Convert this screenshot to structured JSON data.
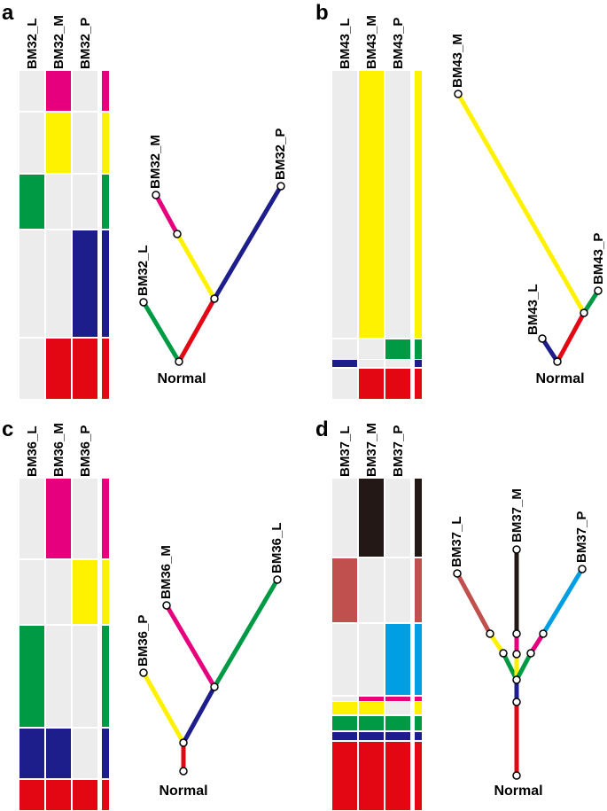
{
  "colors": {
    "absent": "#ececec",
    "red": "#e30613",
    "navy": "#1d1d8b",
    "green": "#009a44",
    "yellow": "#fff200",
    "magenta": "#e6007e",
    "brown": "#c0504d",
    "black": "#231815",
    "cyan": "#009fe3"
  },
  "panels": [
    {
      "letter": "a",
      "columns": [
        "BM32_L",
        "BM32_M",
        "BM32_P"
      ],
      "clusters": [
        {
          "color": "magenta",
          "present": [
            false,
            true,
            false
          ]
        },
        {
          "color": "yellow",
          "present": [
            false,
            true,
            false
          ]
        },
        {
          "color": "green",
          "present": [
            true,
            false,
            false
          ]
        },
        {
          "color": "navy",
          "present": [
            false,
            false,
            true
          ]
        },
        {
          "color": "red",
          "present": [
            false,
            true,
            true
          ]
        }
      ],
      "tree": {
        "root_label": "Normal",
        "nodes": [
          {
            "id": "root"
          },
          {
            "id": "L",
            "label": "BM32_L"
          },
          {
            "id": "branch"
          },
          {
            "id": "mid"
          },
          {
            "id": "M",
            "label": "BM32_M"
          },
          {
            "id": "P",
            "label": "BM32_P"
          }
        ],
        "edges": [
          {
            "from": "root",
            "to": "L",
            "color": "green"
          },
          {
            "from": "root",
            "to": "branch",
            "color": "red"
          },
          {
            "from": "branch",
            "to": "mid",
            "color": "yellow"
          },
          {
            "from": "mid",
            "to": "M",
            "color": "magenta"
          },
          {
            "from": "branch",
            "to": "P",
            "color": "navy"
          }
        ]
      }
    },
    {
      "letter": "b",
      "columns": [
        "BM43_L",
        "BM43_M",
        "BM43_P"
      ],
      "clusters": [
        {
          "color": "yellow",
          "present": [
            false,
            true,
            false
          ]
        },
        {
          "color": "green",
          "present": [
            false,
            false,
            true
          ]
        },
        {
          "color": "navy",
          "present": [
            true,
            false,
            false
          ]
        },
        {
          "color": "red",
          "present": [
            false,
            true,
            true
          ]
        }
      ],
      "tree": {
        "root_label": "Normal",
        "nodes": [
          {
            "id": "root"
          },
          {
            "id": "L",
            "label": "BM43_L"
          },
          {
            "id": "branch"
          },
          {
            "id": "M",
            "label": "BM43_M"
          },
          {
            "id": "P",
            "label": "BM43_P"
          }
        ],
        "edges": [
          {
            "from": "root",
            "to": "L",
            "color": "navy"
          },
          {
            "from": "root",
            "to": "branch",
            "color": "red"
          },
          {
            "from": "branch",
            "to": "M",
            "color": "yellow"
          },
          {
            "from": "branch",
            "to": "P",
            "color": "green"
          }
        ]
      }
    },
    {
      "letter": "c",
      "columns": [
        "BM36_L",
        "BM36_M",
        "BM36_P"
      ],
      "clusters": [
        {
          "color": "magenta",
          "present": [
            false,
            true,
            false
          ]
        },
        {
          "color": "yellow",
          "present": [
            false,
            false,
            true
          ]
        },
        {
          "color": "green",
          "present": [
            true,
            false,
            false
          ]
        },
        {
          "color": "navy",
          "present": [
            true,
            true,
            false
          ]
        },
        {
          "color": "red",
          "present": [
            true,
            true,
            true
          ]
        }
      ],
      "tree": {
        "root_label": "Normal",
        "nodes": [
          {
            "id": "root"
          },
          {
            "id": "trunk"
          },
          {
            "id": "branch"
          },
          {
            "id": "P",
            "label": "BM36_P"
          },
          {
            "id": "M",
            "label": "BM36_M"
          },
          {
            "id": "L",
            "label": "BM36_L"
          }
        ],
        "edges": [
          {
            "from": "root",
            "to": "trunk",
            "color": "red"
          },
          {
            "from": "trunk",
            "to": "P",
            "color": "yellow"
          },
          {
            "from": "trunk",
            "to": "branch",
            "color": "navy"
          },
          {
            "from": "branch",
            "to": "M",
            "color": "magenta"
          },
          {
            "from": "branch",
            "to": "L",
            "color": "green"
          }
        ]
      }
    },
    {
      "letter": "d",
      "columns": [
        "BM37_L",
        "BM37_M",
        "BM37_P"
      ],
      "clusters": [
        {
          "color": "black",
          "present": [
            false,
            true,
            false
          ]
        },
        {
          "color": "brown",
          "present": [
            true,
            false,
            false
          ]
        },
        {
          "color": "cyan",
          "present": [
            false,
            false,
            true
          ]
        },
        {
          "color": "magenta",
          "present": [
            false,
            true,
            true
          ]
        },
        {
          "color": "yellow",
          "present": [
            true,
            true,
            false
          ]
        },
        {
          "color": "green",
          "present": [
            true,
            true,
            true
          ]
        },
        {
          "color": "navy",
          "present": [
            true,
            true,
            true
          ]
        },
        {
          "color": "red",
          "present": [
            true,
            true,
            true
          ]
        }
      ],
      "tree": {
        "root_label": "Normal",
        "nodes": [
          {
            "id": "root"
          },
          {
            "id": "n1"
          },
          {
            "id": "n2"
          },
          {
            "id": "gL"
          },
          {
            "id": "yL"
          },
          {
            "id": "L",
            "label": "BM37_L"
          },
          {
            "id": "mM"
          },
          {
            "id": "bM"
          },
          {
            "id": "M",
            "label": "BM37_M"
          },
          {
            "id": "gP"
          },
          {
            "id": "mP"
          },
          {
            "id": "P",
            "label": "BM37_P"
          }
        ],
        "edges": [
          {
            "from": "root",
            "to": "n1",
            "color": "red"
          },
          {
            "from": "n1",
            "to": "n2",
            "color": "navy"
          },
          {
            "from": "n2",
            "to": "gL",
            "color": "green"
          },
          {
            "from": "gL",
            "to": "yL",
            "color": "yellow"
          },
          {
            "from": "yL",
            "to": "L",
            "color": "brown"
          },
          {
            "from": "n2",
            "to": "mM",
            "color": "yellow"
          },
          {
            "from": "mM",
            "to": "bM",
            "color": "magenta"
          },
          {
            "from": "bM",
            "to": "M",
            "color": "black"
          },
          {
            "from": "n2",
            "to": "gP",
            "color": "green"
          },
          {
            "from": "gP",
            "to": "mP",
            "color": "magenta"
          },
          {
            "from": "mP",
            "to": "P",
            "color": "cyan"
          }
        ]
      }
    }
  ]
}
